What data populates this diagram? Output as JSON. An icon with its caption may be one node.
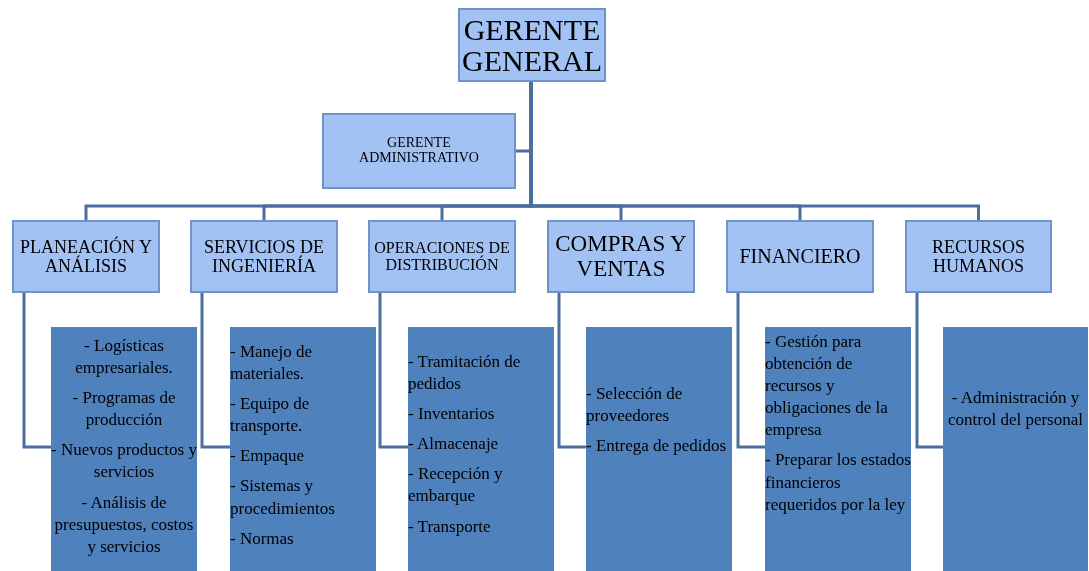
{
  "diagram": {
    "nodes": [
      {
        "text": [
          "GERENTE GENERAL"
        ]
      },
      {
        "text": [
          "GERENTE ADMINISTRATIVO"
        ]
      },
      {
        "text": [
          "PLANEACIÓN Y ANÁLISIS"
        ]
      },
      {
        "text": [
          "SERVICIOS DE INGENIERÍA"
        ]
      },
      {
        "text": [
          "OPERACIONES DE DISTRIBUCIÓN"
        ]
      },
      {
        "text": [
          "COMPRAS Y VENTAS"
        ]
      },
      {
        "text": [
          "FINANCIERO"
        ]
      },
      {
        "text": [
          "RECURSOS HUMANOS"
        ]
      },
      {
        "text": [
          "- Logísticas empresariales.",
          "- Programas de producción",
          "- Nuevos productos y servicios",
          "- Análisis de presupuestos, costos y servicios"
        ]
      },
      {
        "text": [
          "- Manejo de materiales.",
          "- Equipo de transporte.",
          "-  Empaque",
          "- Sistemas y procedimientos",
          "- Normas"
        ]
      },
      {
        "text": [
          "- Tramitación de pedidos",
          "- Inventarios",
          "- Almacenaje",
          "- Recepción y embarque",
          "- Transporte"
        ]
      },
      {
        "text": [
          "- Selección de proveedores",
          "- Entrega de pedidos"
        ]
      },
      {
        "text": [
          "- Gestión para obtención de recursos y obligaciones de la empresa",
          "- Preparar los estados financieros requeridos por la ley"
        ]
      },
      {
        "text": [
          "- Administración y control del personal"
        ]
      }
    ],
    "edges": [
      {
        "from": 0,
        "to": 1,
        "arrow": "none"
      },
      {
        "from": 0,
        "to": 2,
        "arrow": "none"
      },
      {
        "from": 0,
        "to": 3,
        "arrow": "none"
      },
      {
        "from": 0,
        "to": 4,
        "arrow": "none"
      },
      {
        "from": 0,
        "to": 5,
        "arrow": "none"
      },
      {
        "from": 0,
        "to": 6,
        "arrow": "none"
      },
      {
        "from": 0,
        "to": 7,
        "arrow": "none"
      },
      {
        "from": 2,
        "to": 8,
        "arrow": "none"
      },
      {
        "from": 3,
        "to": 9,
        "arrow": "none"
      },
      {
        "from": 4,
        "to": 10,
        "arrow": "none"
      },
      {
        "from": 5,
        "to": 11,
        "arrow": "none"
      },
      {
        "from": 6,
        "to": 12,
        "arrow": "none"
      },
      {
        "from": 7,
        "to": 13,
        "arrow": "none"
      }
    ]
  }
}
